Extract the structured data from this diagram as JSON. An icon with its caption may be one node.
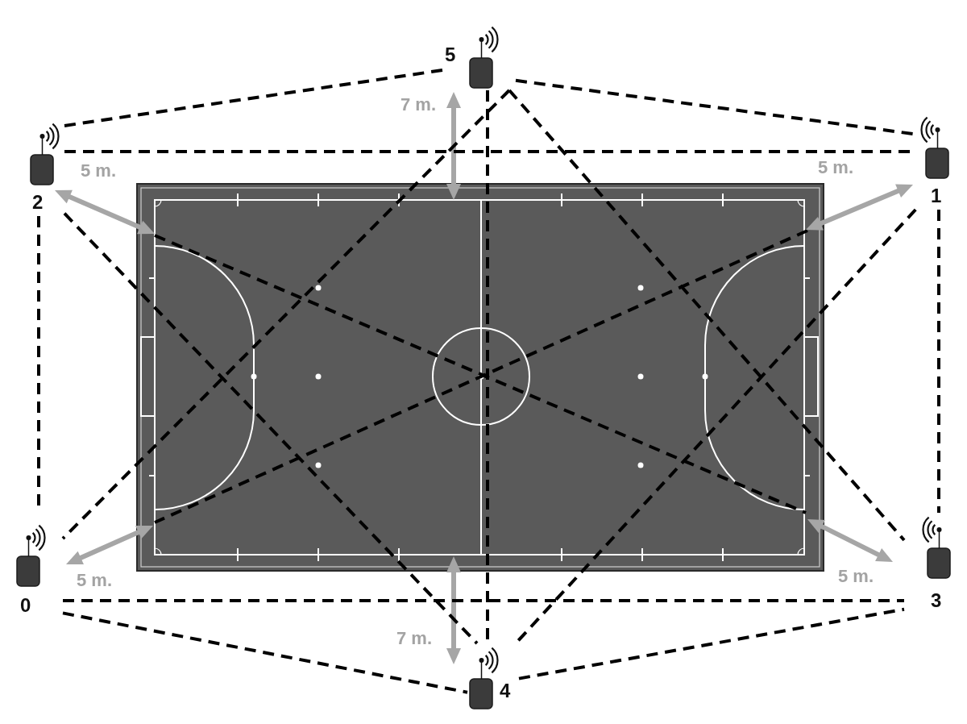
{
  "diagram": {
    "nodes": [
      {
        "text": [
          "5"
        ]
      },
      {
        "text": [
          "2"
        ]
      },
      {
        "text": [
          "1"
        ]
      },
      {
        "text": [
          "0"
        ]
      },
      {
        "text": [
          "3"
        ]
      },
      {
        "text": [
          "4"
        ]
      }
    ],
    "edges": [
      {
        "from": 1,
        "to": 0,
        "arrow": "none",
        "style": "dashed"
      },
      {
        "from": 0,
        "to": 2,
        "arrow": "none",
        "style": "dashed"
      },
      {
        "from": 1,
        "to": 2,
        "arrow": "none",
        "style": "dashed"
      },
      {
        "from": 1,
        "to": 3,
        "arrow": "none",
        "style": "dashed"
      },
      {
        "from": 2,
        "to": 4,
        "arrow": "none",
        "style": "dashed"
      },
      {
        "from": 0,
        "to": 5,
        "arrow": "none",
        "style": "dashed"
      },
      {
        "from": 0,
        "to": 3,
        "arrow": "none",
        "style": "dashed"
      },
      {
        "from": 0,
        "to": 4,
        "arrow": "none",
        "style": "dashed"
      },
      {
        "from": 1,
        "to": 5,
        "arrow": "none",
        "style": "dashed"
      },
      {
        "from": 2,
        "to": 5,
        "arrow": "none",
        "style": "dashed"
      },
      {
        "from": 3,
        "to": 4,
        "arrow": "none",
        "style": "dashed"
      },
      {
        "from": 3,
        "to": 5,
        "arrow": "none",
        "style": "dashed"
      },
      {
        "from": 5,
        "to": 4,
        "arrow": "none",
        "style": "dashed"
      }
    ],
    "labels": [
      "7 m.",
      "5 m.",
      "5 m.",
      "5 m.",
      "5 m.",
      "7 m."
    ]
  }
}
